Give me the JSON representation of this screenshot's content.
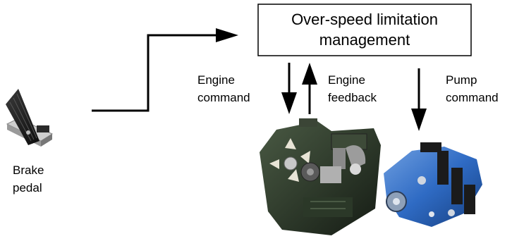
{
  "box": {
    "line1": "Over-speed limitation",
    "line2": "management"
  },
  "labels": {
    "engine_command": [
      "Engine",
      "command"
    ],
    "engine_feedback": [
      "Engine",
      "feedback"
    ],
    "pump_command": [
      "Pump",
      "command"
    ],
    "brake_pedal": [
      "Brake",
      "pedal"
    ]
  },
  "images": {
    "pedal": "brake-pedal-illustration",
    "engine": "engine-illustration",
    "pump": "hydraulic-pump-illustration"
  }
}
